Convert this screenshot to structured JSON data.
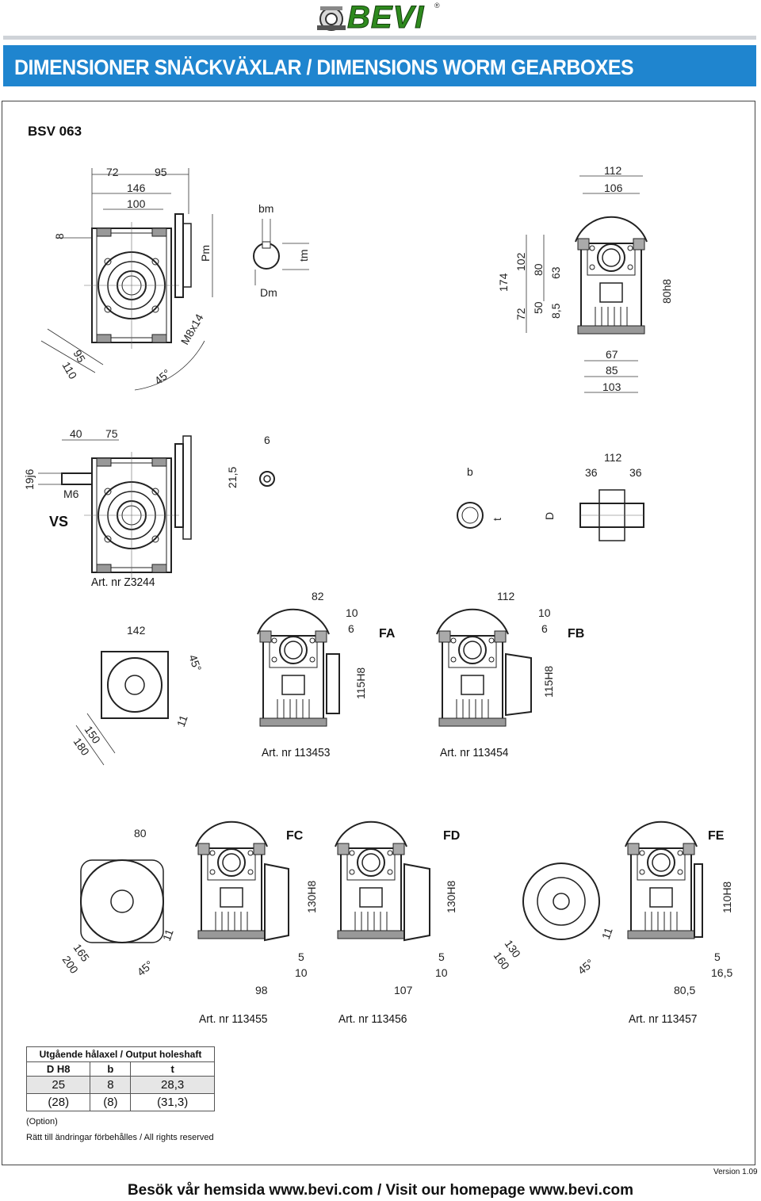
{
  "brand": {
    "name": "BEVI",
    "reg": "®"
  },
  "title": "DIMENSIONER SNÄCKVÄXLAR / DIMENSIONS WORM GEARBOXES",
  "model": "BSV 063",
  "labels": {
    "vs": "VS",
    "fa": "FA",
    "fb": "FB",
    "fc": "FC",
    "fd": "FD",
    "fe": "FE"
  },
  "articles": {
    "vs": "Art. nr Z3244",
    "fa": "Art. nr 113453",
    "fb": "Art. nr 113454",
    "fc": "Art. nr 113455",
    "fd": "Art. nr 113456",
    "fe": "Art. nr 113457"
  },
  "dims": {
    "main_top": [
      "72",
      "95",
      "146",
      "100",
      "8",
      "Pm",
      "95",
      "110",
      "M8x14",
      "45°"
    ],
    "key": [
      "bm",
      "tm",
      "Dm"
    ],
    "side": [
      "112",
      "106",
      "174",
      "102",
      "80",
      "63",
      "72",
      "50",
      "8,5",
      "80h8",
      "67",
      "85",
      "103"
    ],
    "vs": [
      "40",
      "75",
      "19j6",
      "M6",
      "6",
      "21,5"
    ],
    "hole": [
      "b",
      "t"
    ],
    "shaft": [
      "112",
      "36",
      "36",
      "D"
    ],
    "flange_a": [
      "142",
      "45°",
      "150",
      "180",
      "11"
    ],
    "fa": [
      "82",
      "10",
      "6",
      "115H8"
    ],
    "fb": [
      "112",
      "10",
      "6",
      "115H8"
    ],
    "flange_c": [
      "80",
      "165",
      "200",
      "45°",
      "11"
    ],
    "fc": [
      "130H8",
      "5",
      "10",
      "98"
    ],
    "fd": [
      "130H8",
      "5",
      "10",
      "107"
    ],
    "flange_e": [
      "130",
      "160",
      "45°",
      "11"
    ],
    "fe": [
      "110H8",
      "5",
      "16,5",
      "80,5"
    ]
  },
  "table": {
    "header": "Utgående hålaxel / Output holeshaft",
    "columns": [
      "D H8",
      "b",
      "t"
    ],
    "rows": [
      [
        "25",
        "8",
        "28,3"
      ],
      [
        "(28)",
        "(8)",
        "(31,3)"
      ]
    ]
  },
  "option": "(Option)",
  "rights": "Rätt till ändringar förbehålles / All rights reserved",
  "version": "Version 1.09",
  "footer": "Besök vår hemsida www.bevi.com / Visit our homepage www.bevi.com"
}
